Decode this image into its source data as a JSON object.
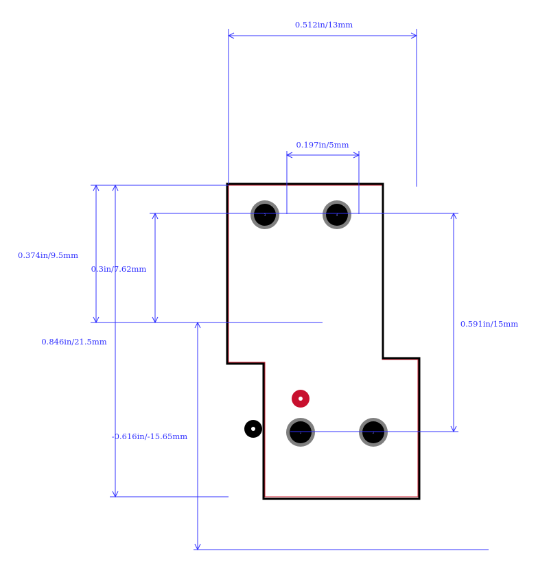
{
  "dimensions": {
    "width_top": "0.512in/13mm",
    "pad_pitch": "0.197in/5mm",
    "left_outer": "0.374in/9.5mm",
    "left_inner": "0.3in/7.62mm",
    "vertical_total": "0.846in/21.5mm",
    "vertical_offset": "-0.616in/-15.65mm",
    "right_span": "0.591in/15mm"
  },
  "pads": {
    "pad1": "1",
    "pad2": "2",
    "pad3": "3",
    "pad4": "4"
  },
  "colors": {
    "dimension": "#3030ff",
    "outline": "#000000",
    "courtyard": "#cc2233",
    "pad_ring": "#808080",
    "pad_hole": "#000000",
    "marker_red": "#c8102e",
    "marker_black": "#000000"
  }
}
